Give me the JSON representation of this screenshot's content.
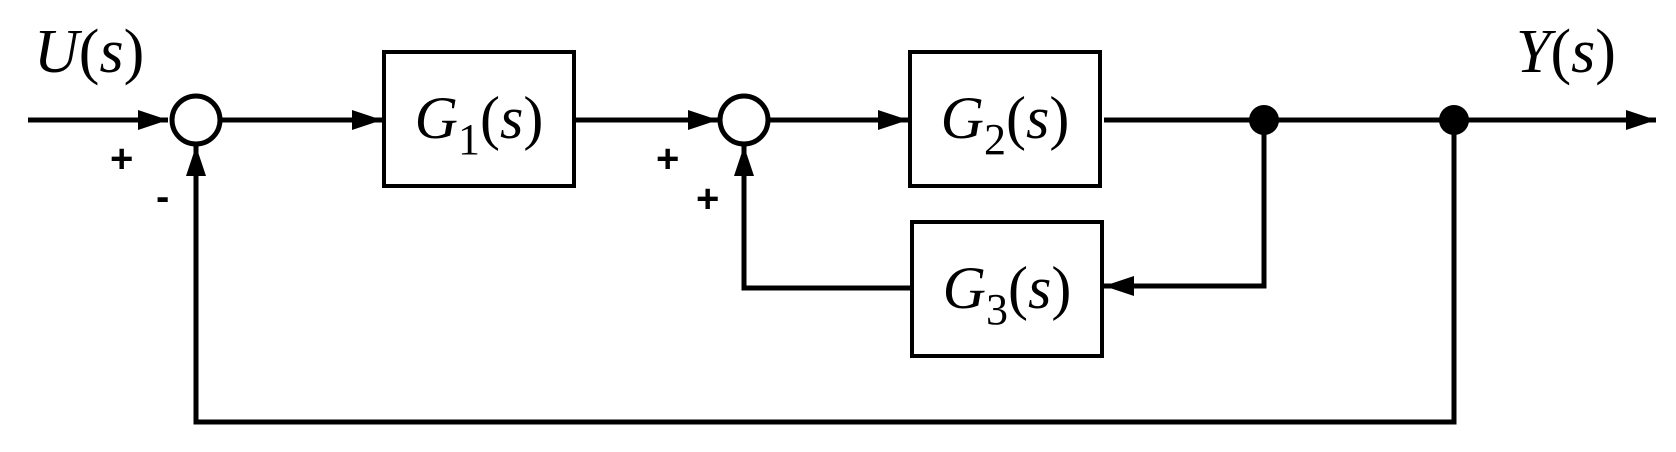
{
  "signals": {
    "input": {
      "name": "U",
      "paren_open": "(",
      "arg": "s",
      "paren_close": ")"
    },
    "output": {
      "name": "Y",
      "paren_open": "(",
      "arg": "s",
      "paren_close": ")"
    }
  },
  "blocks": {
    "g1": {
      "name": "G",
      "sub": "1",
      "paren_open": "(",
      "arg": "s",
      "paren_close": ")"
    },
    "g2": {
      "name": "G",
      "sub": "2",
      "paren_open": "(",
      "arg": "s",
      "paren_close": ")"
    },
    "g3": {
      "name": "G",
      "sub": "3",
      "paren_open": "(",
      "arg": "s",
      "paren_close": ")"
    }
  },
  "summing_junctions": {
    "sum1": {
      "input_sign": "+",
      "feedback_sign": "-"
    },
    "sum2": {
      "input_sign": "+",
      "feedback_sign": "+"
    }
  },
  "colors": {
    "stroke": "#000000",
    "background": "#ffffff"
  }
}
